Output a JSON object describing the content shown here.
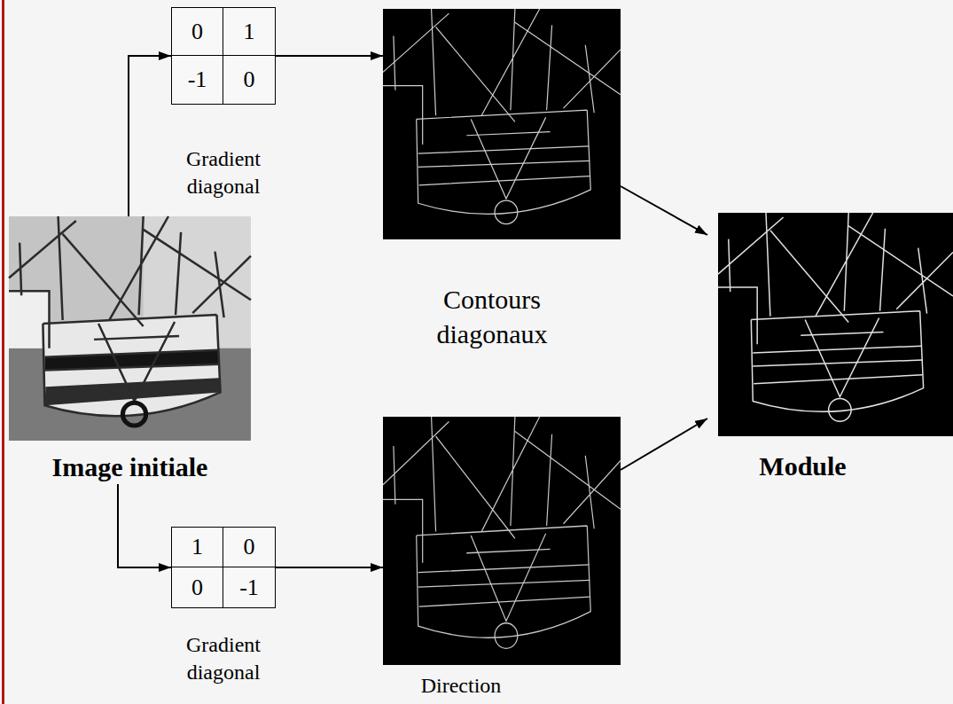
{
  "diagram": {
    "nodes": [
      {
        "text": [
          "Image initiale"
        ]
      },
      {
        "text": [
          "0",
          "1",
          "-1",
          "0",
          "Gradient diagonal"
        ]
      },
      {
        "text": [
          "1",
          "0",
          "0",
          "-1",
          "Gradient diagonal"
        ]
      },
      {
        "text": [
          "Contours diagonaux"
        ]
      },
      {
        "text": [
          "Direction"
        ]
      },
      {
        "text": [
          "Module"
        ]
      }
    ],
    "edges": [
      {
        "from": 0,
        "to": 1,
        "arrow": "to"
      },
      {
        "from": 1,
        "to": 3,
        "arrow": "to"
      },
      {
        "from": 0,
        "to": 2,
        "arrow": "to"
      },
      {
        "from": 2,
        "to": 4,
        "arrow": "to"
      },
      {
        "from": 3,
        "to": 5,
        "arrow": "to"
      },
      {
        "from": 4,
        "to": 5,
        "arrow": "to"
      }
    ]
  }
}
